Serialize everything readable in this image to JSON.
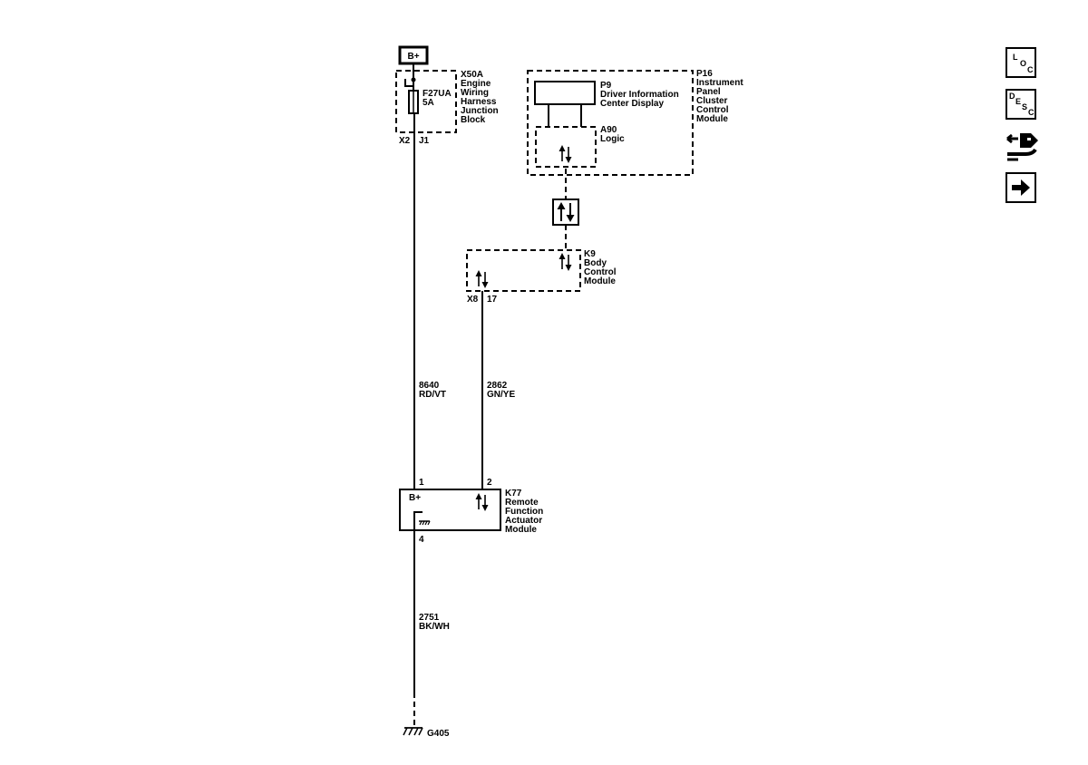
{
  "power_source": {
    "label": "B+"
  },
  "fuse_block": {
    "id": "X50A",
    "name_lines": [
      "Engine",
      "Wiring",
      "Harness",
      "Junction",
      "Block"
    ],
    "fuse_id": "F27UA",
    "fuse_rating": "5A",
    "connector": "X2",
    "terminal": "J1"
  },
  "ipc": {
    "id": "P16",
    "name_lines": [
      "Instrument",
      "Panel",
      "Cluster",
      "Control",
      "Module"
    ],
    "display_id": "P9",
    "display_name_lines": [
      "Driver Information",
      "Center Display"
    ],
    "logic_id": "A90",
    "logic_name": "Logic"
  },
  "bcm": {
    "id": "K9",
    "name_lines": [
      "Body",
      "Control",
      "Module"
    ],
    "connector": "X8",
    "terminal": "17"
  },
  "wires": [
    {
      "circuit": "8640",
      "color": "RD/VT"
    },
    {
      "circuit": "2862",
      "color": "GN/YE"
    },
    {
      "circuit": "2751",
      "color": "BK/WH"
    }
  ],
  "rfa": {
    "id": "K77",
    "name_lines": [
      "Remote",
      "Function",
      "Actuator",
      "Module"
    ],
    "pin_power": "1",
    "pin_data": "2",
    "pin_ground": "4",
    "internal_label": "B+"
  },
  "ground": {
    "id": "G405"
  },
  "nav": {
    "loc": [
      "L",
      "O",
      "C"
    ],
    "desc": [
      "D",
      "E",
      "S",
      "C"
    ],
    "icons": [
      "location-button-icon",
      "description-button-icon",
      "connector-tool-icon",
      "next-arrow-icon"
    ]
  }
}
